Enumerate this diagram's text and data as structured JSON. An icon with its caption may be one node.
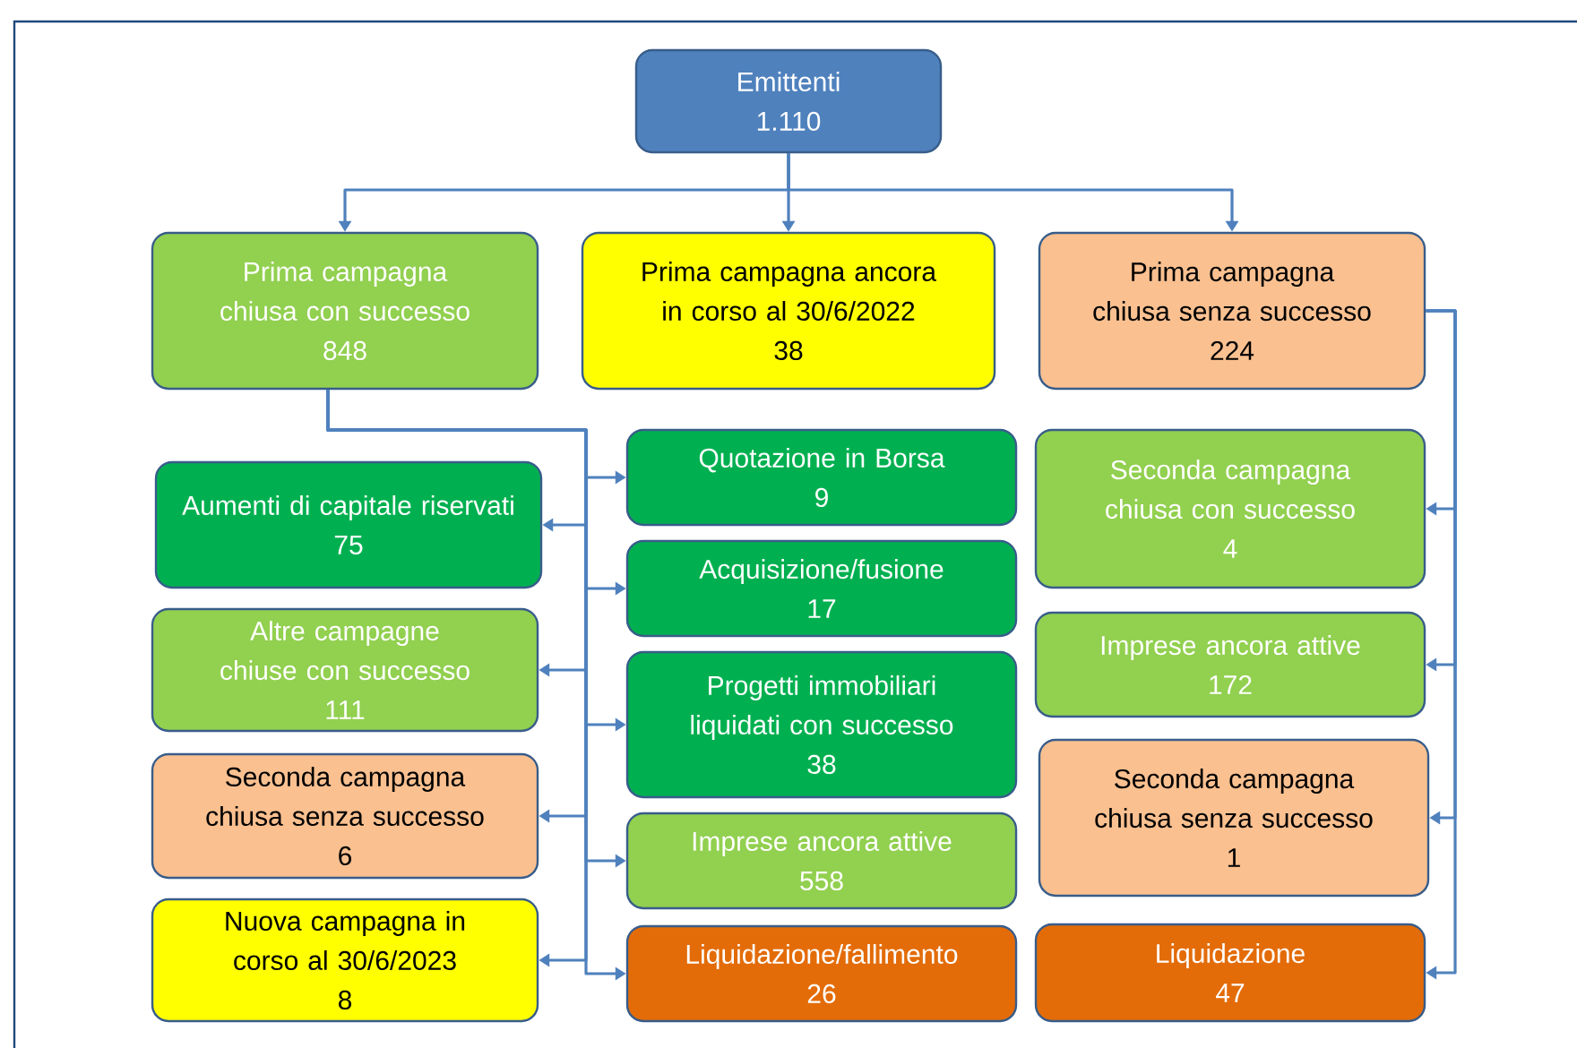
{
  "diagram": {
    "nodes": [
      {
        "text": [
          "Emittenti",
          "1.110"
        ]
      },
      {
        "text": [
          "Prima campagna chiusa con successo",
          "848"
        ]
      },
      {
        "text": [
          "Prima campagna ancora in corso al 30/6/2022",
          "38"
        ]
      },
      {
        "text": [
          "Prima campagna chiusa senza successo",
          "224"
        ]
      },
      {
        "text": [
          "Quotazione in Borsa",
          "9"
        ]
      },
      {
        "text": [
          "Acquisizione/fusione",
          "17"
        ]
      },
      {
        "text": [
          "Progetti immobiliari liquidati con successo",
          "38"
        ]
      },
      {
        "text": [
          "Imprese ancora attive",
          "558"
        ]
      },
      {
        "text": [
          "Liquidazione/fallimento",
          "26"
        ]
      },
      {
        "text": [
          "Aumenti di capitale riservati",
          "75"
        ]
      },
      {
        "text": [
          "Altre campagne chiuse con successo",
          "111"
        ]
      },
      {
        "text": [
          "Seconda campagna chiusa senza successo",
          "6"
        ]
      },
      {
        "text": [
          "Nuova campagna in corso al 30/6/2023",
          "8"
        ]
      },
      {
        "text": [
          "Seconda campagna chiusa con successo",
          "4"
        ]
      },
      {
        "text": [
          "Imprese ancora attive",
          "172"
        ]
      },
      {
        "text": [
          "Seconda campagna chiusa senza successo",
          "1"
        ]
      },
      {
        "text": [
          "Liquidazione",
          "47"
        ]
      }
    ],
    "edges": [
      {
        "from": 0,
        "to": 1,
        "arrow": "to"
      },
      {
        "from": 0,
        "to": 2,
        "arrow": "to"
      },
      {
        "from": 0,
        "to": 3,
        "arrow": "to"
      },
      {
        "from": 1,
        "to": 4,
        "arrow": "to"
      },
      {
        "from": 1,
        "to": 5,
        "arrow": "to"
      },
      {
        "from": 1,
        "to": 6,
        "arrow": "to"
      },
      {
        "from": 1,
        "to": 7,
        "arrow": "to"
      },
      {
        "from": 1,
        "to": 8,
        "arrow": "to"
      },
      {
        "from": 1,
        "to": 9,
        "arrow": "to"
      },
      {
        "from": 1,
        "to": 10,
        "arrow": "to"
      },
      {
        "from": 1,
        "to": 11,
        "arrow": "to"
      },
      {
        "from": 1,
        "to": 12,
        "arrow": "to"
      },
      {
        "from": 3,
        "to": 13,
        "arrow": "to"
      },
      {
        "from": 3,
        "to": 14,
        "arrow": "to"
      },
      {
        "from": 3,
        "to": 15,
        "arrow": "to"
      },
      {
        "from": 3,
        "to": 16,
        "arrow": "to"
      }
    ]
  }
}
